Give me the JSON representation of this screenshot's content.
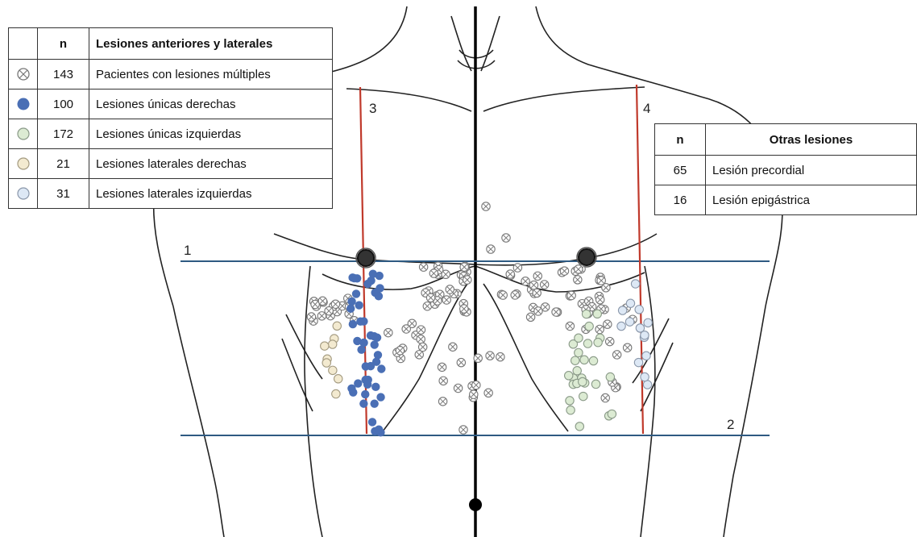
{
  "legend_table": {
    "headers": {
      "symbol": "",
      "n": "n",
      "label": "Lesiones anteriores y laterales"
    },
    "rows": [
      {
        "symbol": "multiple-lesion-icon",
        "n": "143",
        "label": "Pacientes con lesiones múltiples"
      },
      {
        "symbol": "single-right-lesion-icon",
        "n": "100",
        "label": "Lesiones únicas derechas"
      },
      {
        "symbol": "single-left-lesion-icon",
        "n": "172",
        "label": "Lesiones únicas izquierdas"
      },
      {
        "symbol": "lateral-right-lesion-icon",
        "n": "21",
        "label": "Lesiones laterales derechas"
      },
      {
        "symbol": "lateral-left-lesion-icon",
        "n": "31",
        "label": "Lesiones laterales izquierdas"
      }
    ]
  },
  "other_table": {
    "headers": {
      "n": "n",
      "label": "Otras lesiones"
    },
    "rows": [
      {
        "n": "65",
        "label": "Lesión precordial"
      },
      {
        "n": "16",
        "label": "Lesión epigástrica"
      }
    ]
  },
  "line_labels": {
    "line1": "1",
    "line2": "2",
    "line3": "3",
    "line4": "4"
  },
  "colors": {
    "multiple": "#9a9a9a",
    "single_right": "#4a6fb5",
    "single_left": "#dcebd3",
    "lateral_right": "#f3ead0",
    "lateral_left": "#dde8f5",
    "horizontal_lines": "#2e5a82",
    "vertical_lines": "#c0392b",
    "midline": "#000000",
    "body_outline": "#222222"
  }
}
